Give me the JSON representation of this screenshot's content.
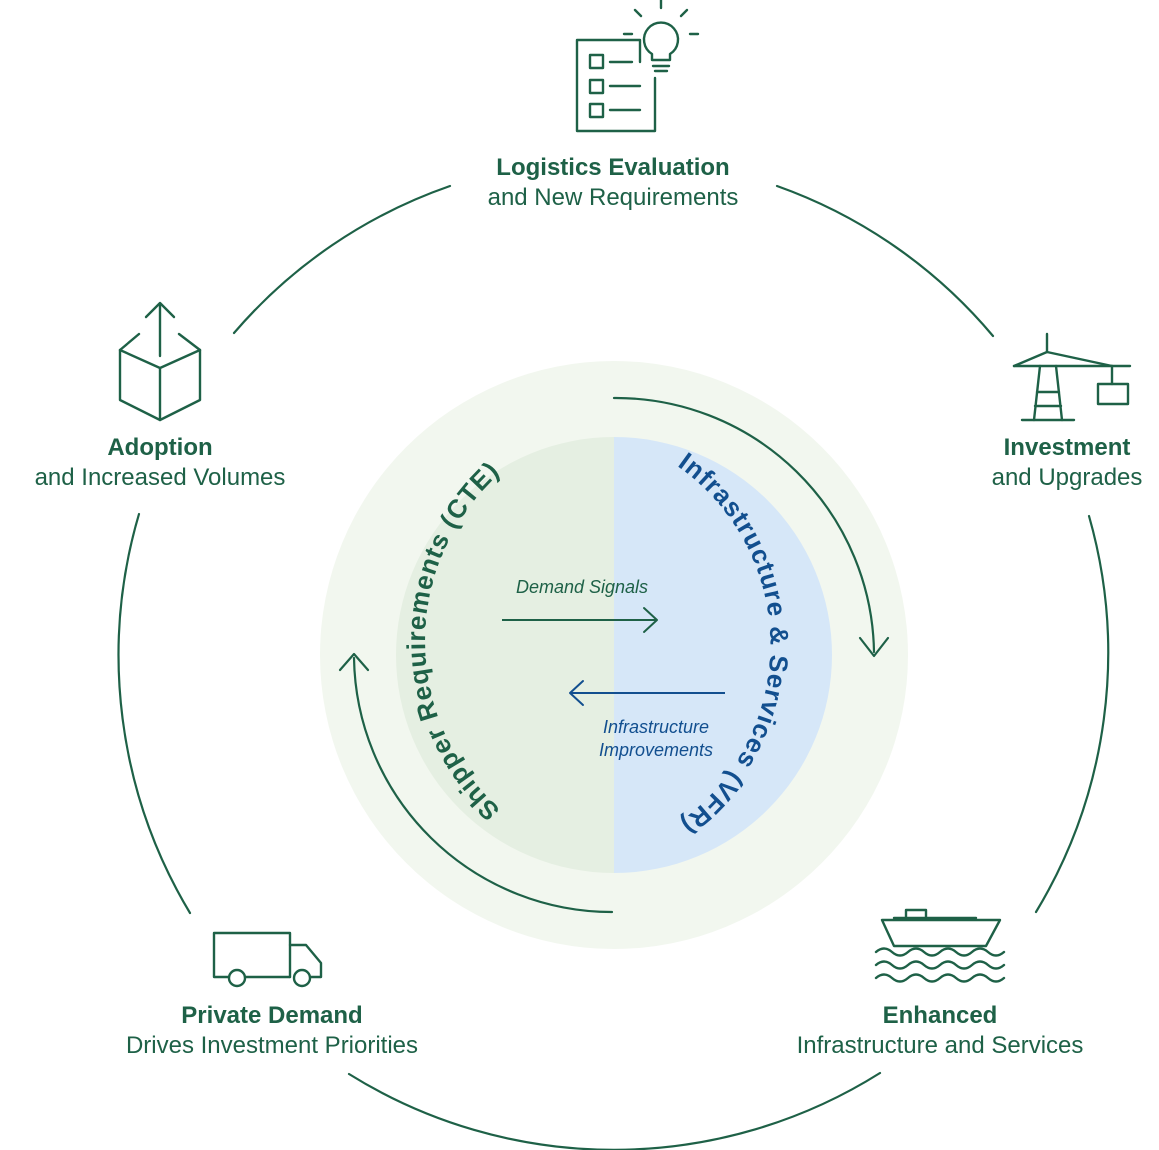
{
  "colors": {
    "green": "#1e6147",
    "blue": "#124f8f",
    "outer_disk": "#f2f7ef",
    "green_half": "#e5efe2",
    "blue_half": "#d6e7f8"
  },
  "stages": {
    "logistics": {
      "title": "Logistics Evaluation",
      "subtitle": "and New Requirements",
      "icon": "checklist-lightbulb-icon"
    },
    "investment": {
      "title": "Investment",
      "subtitle": "and Upgrades",
      "icon": "crane-icon"
    },
    "enhanced": {
      "title": "Enhanced",
      "subtitle": "Infrastructure and Services",
      "icon": "ship-icon"
    },
    "private_demand": {
      "title": "Private Demand",
      "subtitle": "Drives Investment Priorities",
      "icon": "truck-icon"
    },
    "adoption": {
      "title": "Adoption",
      "subtitle": "and Increased Volumes",
      "icon": "box-arrow-up-icon"
    }
  },
  "inner": {
    "left_label": "Shipper Requirements (CTE)",
    "right_label": "Infrastructure & Services (VFR)",
    "demand_signals": "Demand Signals",
    "infra_improvements_line1": "Infrastructure",
    "infra_improvements_line2": "Improvements"
  }
}
